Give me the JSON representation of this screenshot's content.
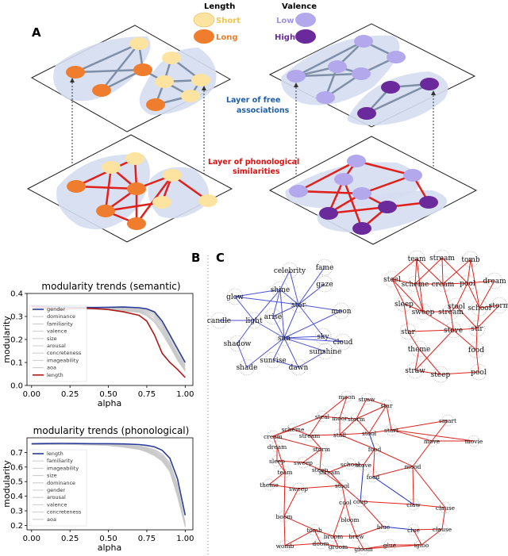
{
  "panel_labels": {
    "a": "A",
    "b": "B",
    "c": "C"
  },
  "legend": {
    "length_title": "Length",
    "short": "Short",
    "long": "Long",
    "valence_title": "Valence",
    "low": "Low",
    "high": "High",
    "colors": {
      "short": "#fce3a0",
      "long": "#ef7d2d",
      "low": "#b3a8ec",
      "high": "#6b2a9c"
    }
  },
  "annotations": {
    "free_line1": "Layer of free",
    "free_line2": "associations",
    "phon_line1": "Layer of phonological",
    "phon_line2": "similarities"
  },
  "network_words": {
    "semantic": [
      "celebrity",
      "fame",
      "glow",
      "shine",
      "gaze",
      "candle",
      "star",
      "moon",
      "light",
      "arise",
      "sky",
      "cloud",
      "shadow",
      "sun",
      "sunshine",
      "shade",
      "sunrise",
      "dawn"
    ],
    "phonological": [
      "team",
      "stream",
      "tomb",
      "steel",
      "scheme",
      "cream",
      "dream",
      "pool",
      "sleep",
      "sweep",
      "stream",
      "school",
      "storm",
      "stool",
      "star",
      "stir",
      "stove",
      "food",
      "theme",
      "straw",
      "steep",
      "pool"
    ],
    "multiplex": [
      "moon",
      "straw",
      "steal",
      "star",
      "scheme",
      "moor",
      "storm",
      "smart",
      "cream",
      "stream",
      "stall",
      "stool",
      "dream",
      "storm",
      "food",
      "start",
      "move",
      "sleep",
      "sweep",
      "steep",
      "movie",
      "stove",
      "food",
      "school",
      "team",
      "stream",
      "mood",
      "theme",
      "sweep",
      "stool",
      "coup",
      "cool",
      "claw",
      "bloom",
      "clause",
      "boom",
      "tomb",
      "broom",
      "brew",
      "blue",
      "clue",
      "clause",
      "womb",
      "doom",
      "groom",
      "gloom",
      "glue",
      "igloo"
    ]
  },
  "chart_data": [
    {
      "type": "line",
      "title": "modularity trends (semantic)",
      "xlabel": "alpha",
      "ylabel": "modularity",
      "xlim": [
        -0.03,
        1.05
      ],
      "ylim": [
        0.0,
        0.4
      ],
      "xticks": [
        "0.00",
        "0.25",
        "0.50",
        "0.75",
        "1.00"
      ],
      "yticks": [
        "0.0",
        "0.1",
        "0.2",
        "0.3",
        "0.4"
      ],
      "legend_placement": "left",
      "x": [
        0.0,
        0.1,
        0.2,
        0.3,
        0.4,
        0.5,
        0.6,
        0.7,
        0.75,
        0.8,
        0.85,
        0.9,
        0.95,
        1.0
      ],
      "series": [
        {
          "name": "gender",
          "color": "#2a3d9a",
          "values": [
            0.345,
            0.343,
            0.341,
            0.34,
            0.339,
            0.34,
            0.341,
            0.338,
            0.333,
            0.32,
            0.28,
            0.22,
            0.16,
            0.1
          ]
        },
        {
          "name": "dominance",
          "color": "#c8c8c8",
          "values": [
            0.344,
            0.342,
            0.34,
            0.339,
            0.338,
            0.339,
            0.338,
            0.335,
            0.33,
            0.315,
            0.27,
            0.21,
            0.15,
            0.09
          ]
        },
        {
          "name": "familiarity",
          "color": "#c8c8c8",
          "values": [
            0.343,
            0.341,
            0.339,
            0.338,
            0.337,
            0.338,
            0.336,
            0.332,
            0.326,
            0.31,
            0.265,
            0.2,
            0.14,
            0.085
          ]
        },
        {
          "name": "valence",
          "color": "#c8c8c8",
          "values": [
            0.343,
            0.34,
            0.338,
            0.337,
            0.336,
            0.337,
            0.334,
            0.33,
            0.322,
            0.305,
            0.26,
            0.195,
            0.135,
            0.08
          ]
        },
        {
          "name": "size",
          "color": "#c8c8c8",
          "values": [
            0.342,
            0.34,
            0.337,
            0.336,
            0.335,
            0.335,
            0.332,
            0.328,
            0.318,
            0.298,
            0.252,
            0.19,
            0.13,
            0.075
          ]
        },
        {
          "name": "arousal",
          "color": "#c8c8c8",
          "values": [
            0.342,
            0.339,
            0.337,
            0.335,
            0.334,
            0.334,
            0.33,
            0.325,
            0.314,
            0.292,
            0.245,
            0.185,
            0.125,
            0.07
          ]
        },
        {
          "name": "concreteness",
          "color": "#c8c8c8",
          "values": [
            0.341,
            0.339,
            0.336,
            0.334,
            0.333,
            0.333,
            0.328,
            0.322,
            0.31,
            0.285,
            0.238,
            0.18,
            0.12,
            0.068
          ]
        },
        {
          "name": "imageability",
          "color": "#c8c8c8",
          "values": [
            0.341,
            0.338,
            0.336,
            0.334,
            0.332,
            0.332,
            0.326,
            0.32,
            0.306,
            0.28,
            0.232,
            0.175,
            0.115,
            0.065
          ]
        },
        {
          "name": "aoa",
          "color": "#c8c8c8",
          "values": [
            0.34,
            0.338,
            0.335,
            0.333,
            0.331,
            0.331,
            0.324,
            0.318,
            0.302,
            0.275,
            0.226,
            0.17,
            0.11,
            0.062
          ]
        },
        {
          "name": "length",
          "color": "#b01818",
          "values": [
            0.343,
            0.337,
            0.33,
            0.336,
            0.335,
            0.33,
            0.32,
            0.305,
            0.28,
            0.22,
            0.14,
            0.1,
            0.07,
            0.035
          ]
        }
      ]
    },
    {
      "type": "line",
      "title": "modularity trends (phonological)",
      "xlabel": "alpha",
      "ylabel": "modularity",
      "xlim": [
        -0.03,
        1.05
      ],
      "ylim": [
        0.17,
        0.8
      ],
      "xticks": [
        "0.00",
        "0.25",
        "0.50",
        "0.75",
        "1.00"
      ],
      "yticks": [
        "0.2",
        "0.3",
        "0.4",
        "0.5",
        "0.6",
        "0.7"
      ],
      "legend_placement": "left",
      "x": [
        0.0,
        0.1,
        0.2,
        0.3,
        0.4,
        0.5,
        0.6,
        0.7,
        0.75,
        0.8,
        0.85,
        0.9,
        0.95,
        1.0
      ],
      "series": [
        {
          "name": "length",
          "color": "#2a3d9a",
          "values": [
            0.76,
            0.761,
            0.762,
            0.761,
            0.76,
            0.76,
            0.758,
            0.754,
            0.748,
            0.738,
            0.715,
            0.66,
            0.52,
            0.27
          ]
        },
        {
          "name": "familiarity",
          "color": "#c8c8c8",
          "values": [
            0.758,
            0.758,
            0.759,
            0.758,
            0.757,
            0.756,
            0.752,
            0.745,
            0.735,
            0.72,
            0.69,
            0.63,
            0.48,
            0.22
          ]
        },
        {
          "name": "imageability",
          "color": "#c8c8c8",
          "values": [
            0.757,
            0.757,
            0.758,
            0.757,
            0.756,
            0.754,
            0.75,
            0.742,
            0.73,
            0.714,
            0.684,
            0.622,
            0.47,
            0.215
          ]
        },
        {
          "name": "size",
          "color": "#c8c8c8",
          "values": [
            0.757,
            0.757,
            0.757,
            0.756,
            0.755,
            0.753,
            0.748,
            0.738,
            0.726,
            0.708,
            0.676,
            0.612,
            0.46,
            0.21
          ]
        },
        {
          "name": "dominance",
          "color": "#c8c8c8",
          "values": [
            0.756,
            0.756,
            0.757,
            0.756,
            0.754,
            0.752,
            0.746,
            0.735,
            0.722,
            0.703,
            0.67,
            0.605,
            0.45,
            0.205
          ]
        },
        {
          "name": "gender",
          "color": "#c8c8c8",
          "values": [
            0.756,
            0.756,
            0.756,
            0.755,
            0.754,
            0.751,
            0.744,
            0.732,
            0.718,
            0.698,
            0.664,
            0.598,
            0.44,
            0.2
          ]
        },
        {
          "name": "arousal",
          "color": "#c8c8c8",
          "values": [
            0.755,
            0.755,
            0.756,
            0.755,
            0.753,
            0.75,
            0.742,
            0.729,
            0.714,
            0.693,
            0.658,
            0.59,
            0.43,
            0.198
          ]
        },
        {
          "name": "valence",
          "color": "#c8c8c8",
          "values": [
            0.755,
            0.755,
            0.755,
            0.754,
            0.752,
            0.749,
            0.74,
            0.726,
            0.71,
            0.688,
            0.652,
            0.582,
            0.42,
            0.195
          ]
        },
        {
          "name": "concreteness",
          "color": "#c8c8c8",
          "values": [
            0.754,
            0.754,
            0.755,
            0.754,
            0.752,
            0.748,
            0.738,
            0.723,
            0.706,
            0.683,
            0.646,
            0.575,
            0.41,
            0.192
          ]
        },
        {
          "name": "aoa",
          "color": "#c8c8c8",
          "values": [
            0.754,
            0.754,
            0.754,
            0.753,
            0.751,
            0.747,
            0.736,
            0.72,
            0.702,
            0.678,
            0.64,
            0.568,
            0.4,
            0.19
          ]
        }
      ]
    }
  ]
}
